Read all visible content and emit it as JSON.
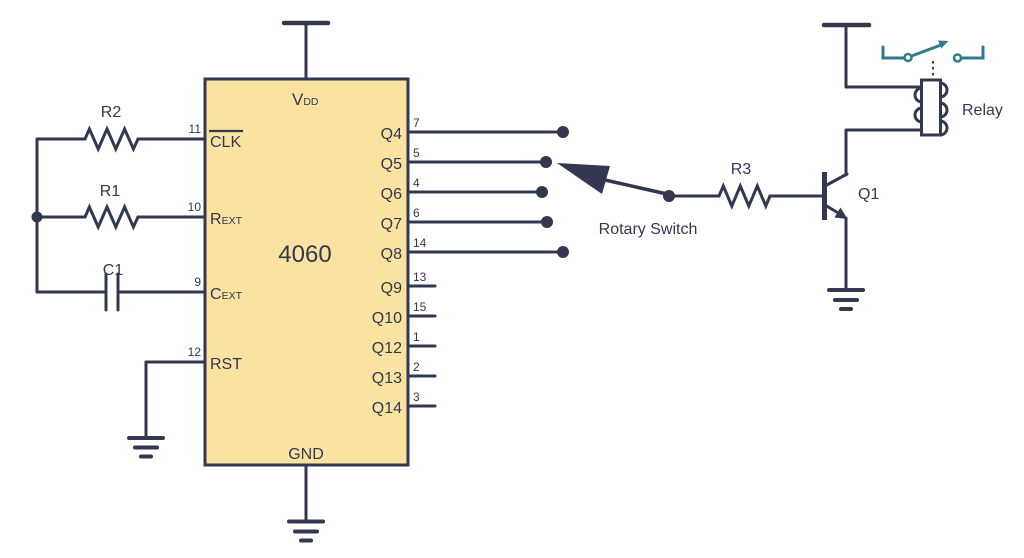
{
  "ic": {
    "part_number": "4060",
    "vdd": {
      "main": "V",
      "sub": "DD"
    },
    "gnd": "GND",
    "left_pins": [
      {
        "number": "11",
        "main": "CLK",
        "sub": ""
      },
      {
        "number": "10",
        "main": "R",
        "sub": "EXT"
      },
      {
        "number": "9",
        "main": "C",
        "sub": "EXT"
      },
      {
        "number": "12",
        "main": "RST",
        "sub": ""
      }
    ],
    "right_pins": [
      {
        "number": "7",
        "label": "Q4"
      },
      {
        "number": "5",
        "label": "Q5"
      },
      {
        "number": "4",
        "label": "Q6"
      },
      {
        "number": "6",
        "label": "Q7"
      },
      {
        "number": "14",
        "label": "Q8"
      },
      {
        "number": "13",
        "label": "Q9"
      },
      {
        "number": "15",
        "label": "Q10"
      },
      {
        "number": "1",
        "label": "Q12"
      },
      {
        "number": "2",
        "label": "Q13"
      },
      {
        "number": "3",
        "label": "Q14"
      }
    ]
  },
  "components": {
    "r2": "R2",
    "r1": "R1",
    "c1": "C1",
    "r3": "R3",
    "q1": "Q1",
    "relay": "Relay",
    "rotary_switch": "Rotary Switch"
  },
  "colors": {
    "wire": "#313850",
    "text": "#313850",
    "ic_fill": "#fae3a0",
    "ic_border": "#313850",
    "switch_accent": "#2e7b8d",
    "background": "#ffffff"
  }
}
